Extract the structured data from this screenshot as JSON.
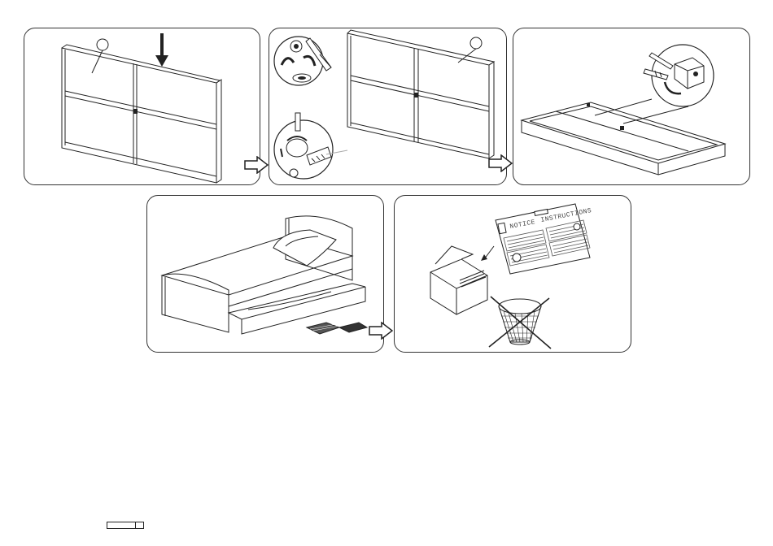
{
  "colors": {
    "line": "#222222",
    "hatch": "#555555",
    "background": "#ffffff"
  },
  "steps": [
    {
      "id": 1,
      "icons": [
        "part-callout-circle",
        "press-down-arrow-icon"
      ]
    },
    {
      "id": 2,
      "icons": [
        "cam-lock-detail",
        "screwdriver-icon",
        "rotate-arrow-icon",
        "part-callout-circle"
      ]
    },
    {
      "id": 3,
      "icons": [
        "bracket-screw-detail",
        "screwdriver-icon"
      ]
    },
    {
      "id": 4,
      "icons": [
        "bed-with-pillow",
        "trundle-drawer",
        "mattress-pad"
      ]
    },
    {
      "id": 5,
      "icons": [
        "instruction-sheet",
        "file-box-icon",
        "trash-bin-crossed-icon"
      ]
    }
  ],
  "instructions_sheet": {
    "label_left": "NOTICE",
    "label_right": "INSTRUCTIONS"
  },
  "footer": {
    "page_box_left": "",
    "page_box_right": ""
  }
}
